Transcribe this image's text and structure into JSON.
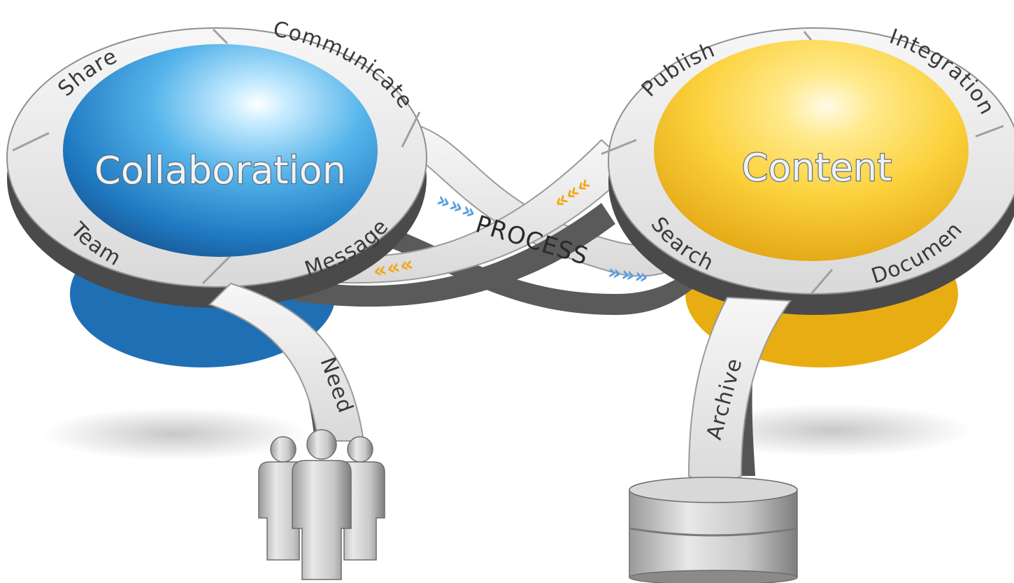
{
  "collaboration": {
    "title": "Collaboration",
    "labels": {
      "share": "Share",
      "communicate": "Communicate",
      "team": "Team",
      "message": "Message",
      "need": "Need"
    },
    "sphere_color": "#2f8fd0"
  },
  "content": {
    "title": "Content",
    "labels": {
      "publish": "Publish",
      "integration": "Integration",
      "search": "Search",
      "document": "Document",
      "archive": "Archive"
    },
    "sphere_color": "#f5c21f"
  },
  "process": {
    "label": "PROCESS",
    "chevron_glyph": "»»»",
    "chevron_glyph_reverse": "«««",
    "blue_chevron_color": "#5a9fe0",
    "orange_chevron_color": "#f0a818"
  },
  "icons": {
    "people": "people-group-icon",
    "storage": "database-icon"
  }
}
